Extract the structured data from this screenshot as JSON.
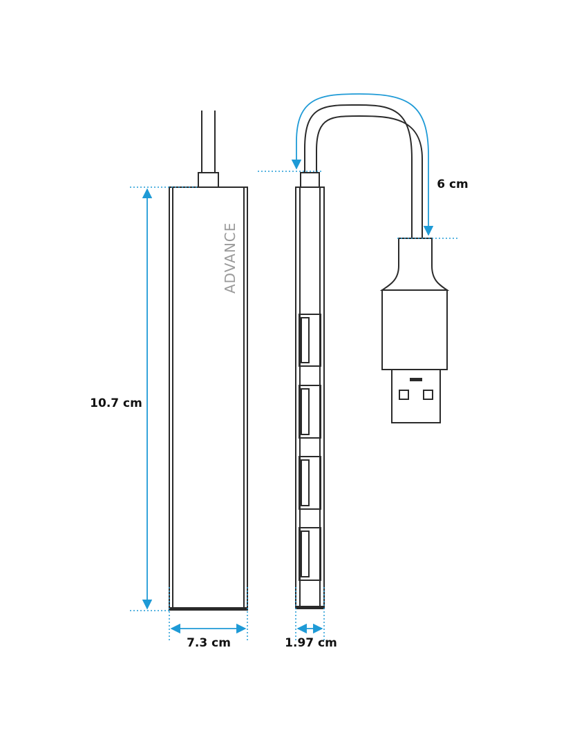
{
  "brand": "ADVANCE",
  "dimensions": {
    "length": "10.7 cm",
    "width": "7.3 cm",
    "thickness": "1.97 cm",
    "cable": "6 cm"
  },
  "ports": [
    "usb-a-port",
    "usb-a-port",
    "usb-a-port",
    "usb-a-port"
  ],
  "colors": {
    "dimension_line": "#1e9ad6",
    "outline": "#2a2a2a"
  }
}
